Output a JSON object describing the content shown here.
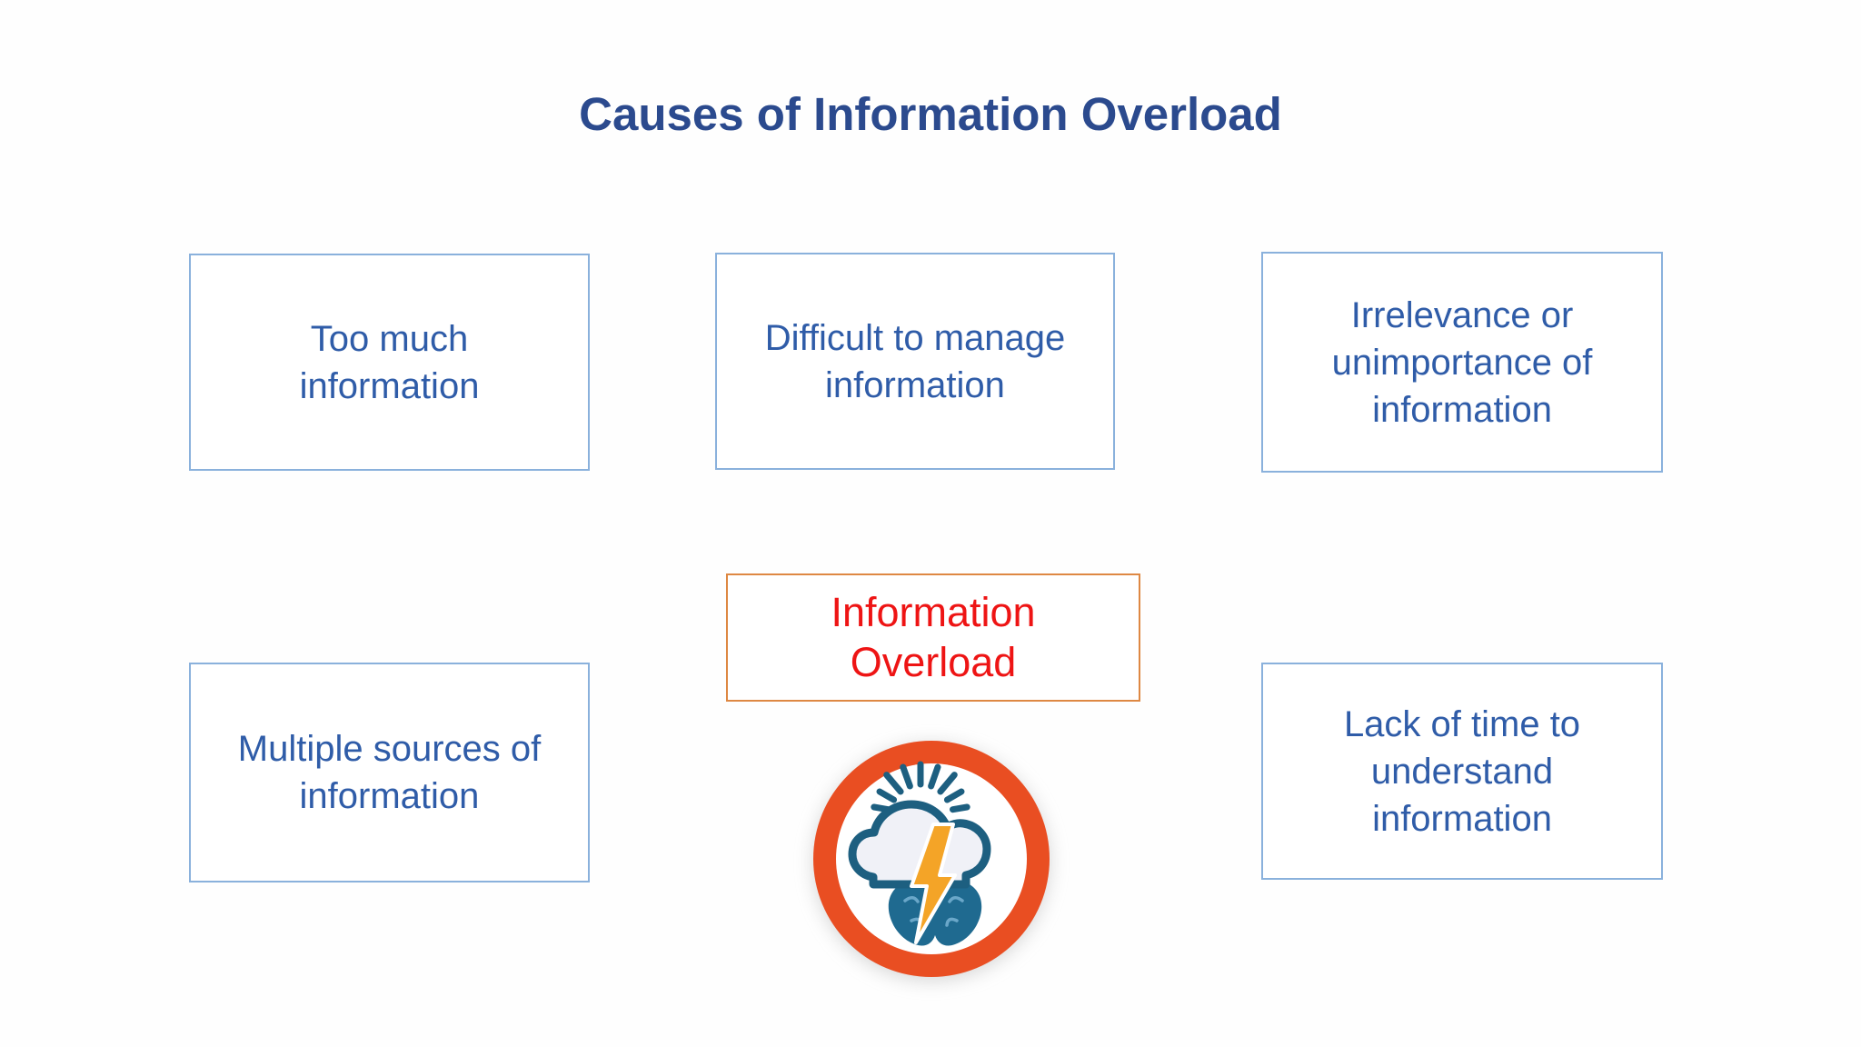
{
  "slide": {
    "title": "Causes of Information Overload"
  },
  "causes": [
    {
      "label": "Too much\ninformation"
    },
    {
      "label": "Difficult to manage\ninformation"
    },
    {
      "label": "Irrelevance or\nunimportance of\ninformation"
    },
    {
      "label": "Multiple sources of\ninformation"
    },
    {
      "label": "Lack of time to\nunderstand\ninformation"
    }
  ],
  "center": {
    "label": "Information\nOverload"
  },
  "icon": {
    "name": "storm-brain-overload-icon"
  },
  "colors": {
    "title_text": "#2b4a8e",
    "cause_text": "#2f5ca8",
    "cause_border": "#8ab1dc",
    "center_text": "#ee1414",
    "center_border": "#de8843",
    "icon_ring": "#e94e22",
    "icon_teal": "#1d5f80",
    "icon_brain": "#1f6a90",
    "icon_bolt": "#f4a427",
    "icon_cloud_fill": "#f0f1f7"
  }
}
